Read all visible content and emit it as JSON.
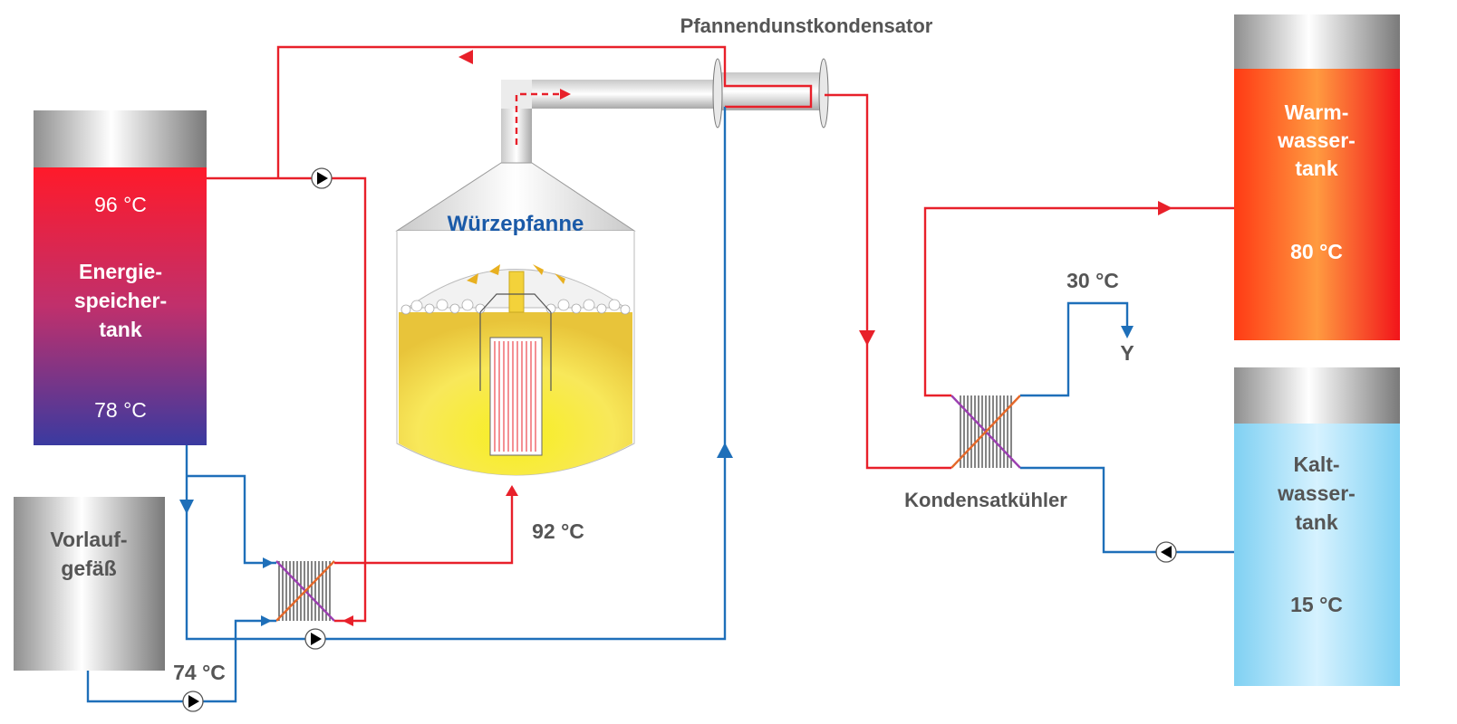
{
  "labels": {
    "condenser": "Pfannendunstkondensator",
    "kettle": "Würzepfanne",
    "condensate_cooler": "Kondensatkühler",
    "kettle_temp": "92 °C",
    "cooler_out_temp": "30 °C",
    "outlet_y": "Y",
    "feed_temp": "74 °C"
  },
  "energy_tank": {
    "line1": "Energie-",
    "line2": "speicher-",
    "line3": "tank",
    "temp_top": "96 °C",
    "temp_bottom": "78 °C"
  },
  "feed_vessel": {
    "line1": "Vorlauf-",
    "line2": "gefäß"
  },
  "warm_tank": {
    "line1": "Warm-",
    "line2": "wasser-",
    "line3": "tank",
    "temp": "80 °C"
  },
  "cold_tank": {
    "line1": "Kalt-",
    "line2": "wasser-",
    "line3": "tank",
    "temp": "15 °C"
  },
  "colors": {
    "hot_line": "#e8202a",
    "cold_line": "#1e6fb9",
    "label_text": "#555555",
    "kettle_title": "#1a5aa8"
  }
}
